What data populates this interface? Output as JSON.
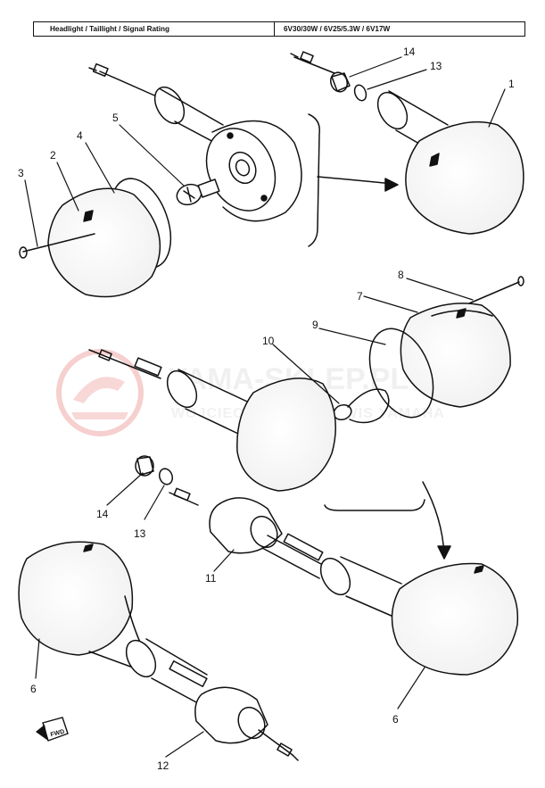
{
  "spec_table": {
    "label": "Headlight / Taillight / Signal Rating",
    "value": "6V30/30W / 6V25/5.3W / 6V17W"
  },
  "watermark": {
    "title": "YAMA-SKLEP.PL",
    "subtitle": "WOJCIECHOWICZ SERWIS YAMAHA"
  },
  "fwd_marker": "FWD",
  "callouts": [
    {
      "id": "c1",
      "text": "1"
    },
    {
      "id": "c2",
      "text": "2"
    },
    {
      "id": "c3",
      "text": "3"
    },
    {
      "id": "c4",
      "text": "4"
    },
    {
      "id": "c5",
      "text": "5"
    },
    {
      "id": "c14a",
      "text": "14"
    },
    {
      "id": "c13a",
      "text": "13"
    },
    {
      "id": "c7",
      "text": "7"
    },
    {
      "id": "c8",
      "text": "8"
    },
    {
      "id": "c9",
      "text": "9"
    },
    {
      "id": "c10",
      "text": "10"
    },
    {
      "id": "c14b",
      "text": "14"
    },
    {
      "id": "c13b",
      "text": "13"
    },
    {
      "id": "c11",
      "text": "11"
    },
    {
      "id": "c6a",
      "text": "6"
    },
    {
      "id": "c6b",
      "text": "6"
    },
    {
      "id": "c12",
      "text": "12"
    }
  ]
}
